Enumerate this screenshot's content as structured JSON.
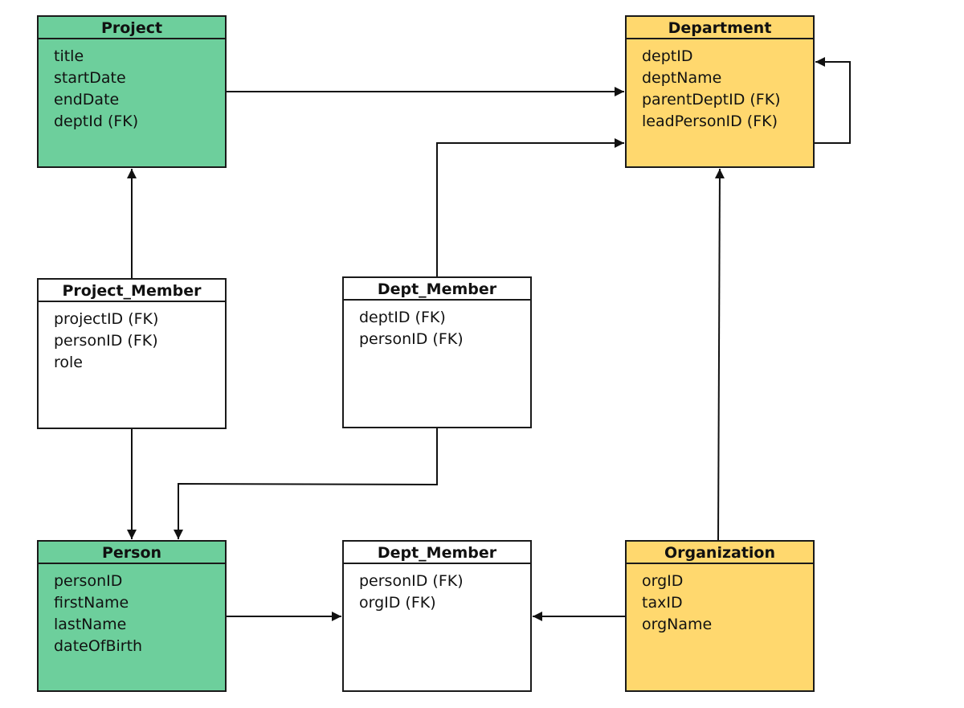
{
  "colors": {
    "green": "#6dcf9c",
    "yellow": "#ffd86e",
    "white": "#ffffff",
    "border": "#1a1a1a"
  },
  "entities": [
    {
      "name": "Project",
      "color": "green",
      "fields": [
        "title",
        "startDate",
        "endDate",
        "deptId (FK)"
      ]
    },
    {
      "name": "Department",
      "color": "yellow",
      "fields": [
        "deptID",
        "deptName",
        "parentDeptID (FK)",
        "leadPersonID (FK)"
      ]
    },
    {
      "name": "Project_Member",
      "color": "white",
      "fields": [
        "projectID (FK)",
        "personID (FK)",
        "role"
      ]
    },
    {
      "name": "Dept_Member",
      "color": "white",
      "fields": [
        "deptID (FK)",
        "personID (FK)"
      ]
    },
    {
      "name": "Person",
      "color": "green",
      "fields": [
        "personID",
        "firstName",
        "lastName",
        "dateOfBirth"
      ]
    },
    {
      "name": "Dept_Member",
      "color": "white",
      "fields": [
        "personID (FK)",
        "orgID (FK)"
      ]
    },
    {
      "name": "Organization",
      "color": "yellow",
      "fields": [
        "orgID",
        "taxID",
        "orgName"
      ]
    }
  ],
  "relationships": [
    {
      "from": "Project",
      "to": "Department"
    },
    {
      "from": "Department",
      "to": "Department"
    },
    {
      "from": "Dept_Member",
      "to": "Department"
    },
    {
      "from": "Organization",
      "to": "Department"
    },
    {
      "from": "Project_Member",
      "to": "Project"
    },
    {
      "from": "Project_Member",
      "to": "Person"
    },
    {
      "from": "Dept_Member",
      "to": "Person"
    },
    {
      "from": "Person",
      "to": "Dept_Member"
    },
    {
      "from": "Organization",
      "to": "Dept_Member"
    }
  ]
}
